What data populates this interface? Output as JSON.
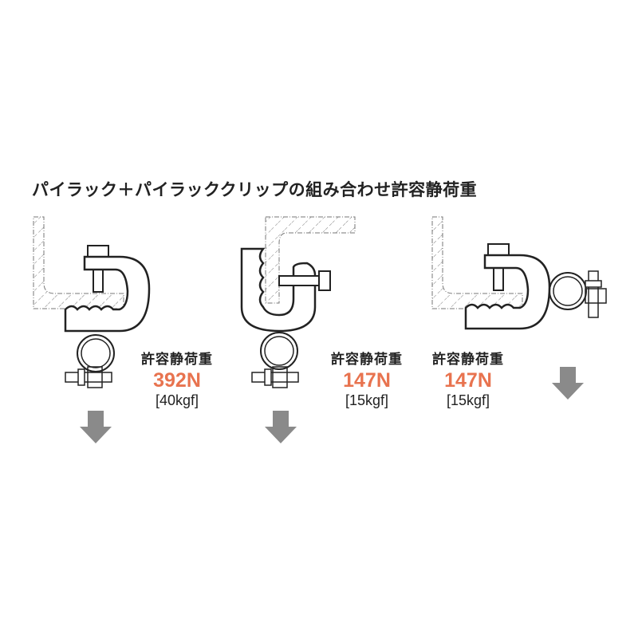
{
  "title": "パイラック＋パイラッククリップの組み合わせ許容静荷重",
  "configs": [
    {
      "label": "許容静荷重",
      "value": "392N",
      "value_kgf": "[40kgf]"
    },
    {
      "label": "許容静荷重",
      "value": "147N",
      "value_kgf": "[15kgf]"
    },
    {
      "label": "許容静荷重",
      "value": "147N",
      "value_kgf": "[15kgf]"
    }
  ],
  "colors": {
    "accent": "#e8734f",
    "arrow": "#8a8a8a",
    "line": "#222222"
  }
}
